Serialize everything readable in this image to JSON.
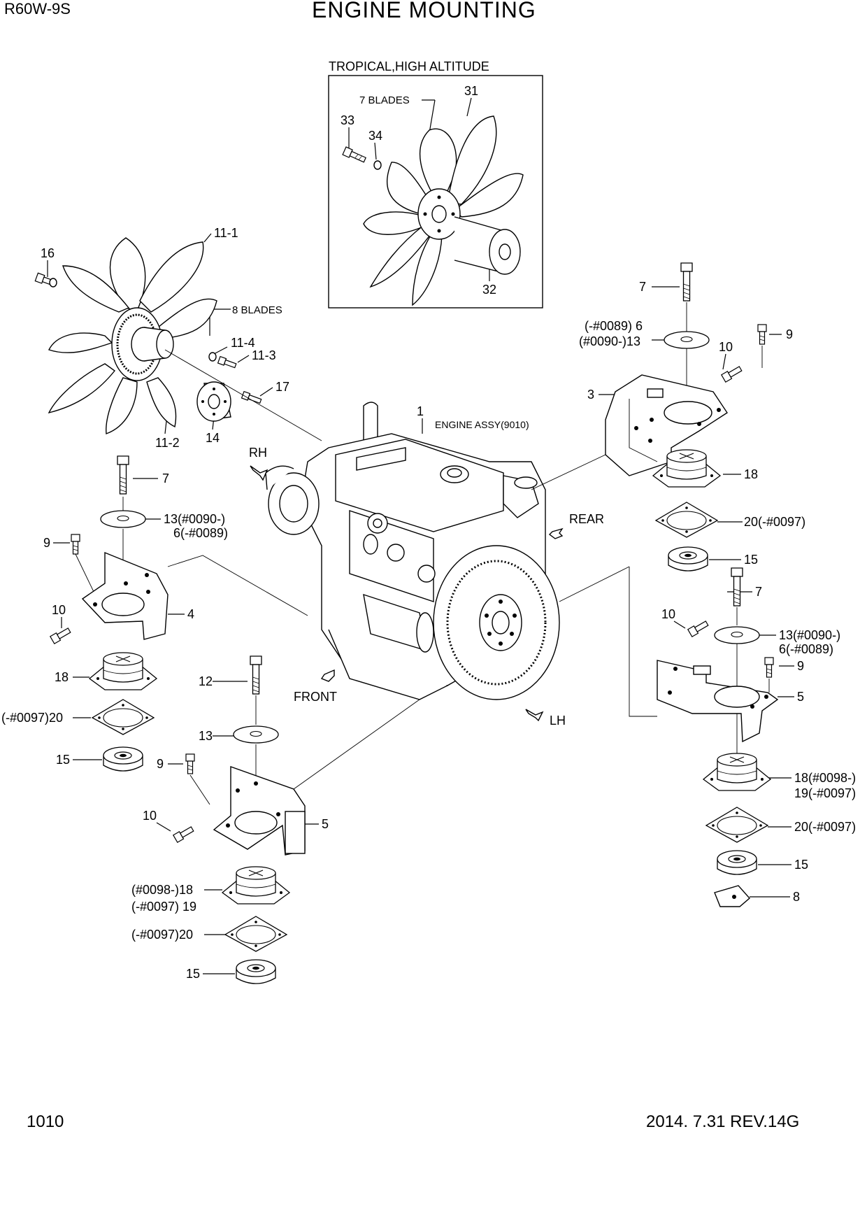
{
  "header": {
    "model": "R60W-9S",
    "title": "ENGINE MOUNTING"
  },
  "footer": {
    "page_number": "1010",
    "revision": "2014. 7.31  REV.14G"
  },
  "inset": {
    "title": "TROPICAL,HIGH ALTITUDE",
    "blades_note": "7 BLADES"
  },
  "notes": {
    "blades_8": "8 BLADES",
    "engine_assy": "ENGINE ASSY(9010)"
  },
  "directions": {
    "rh": "RH",
    "rear": "REAR",
    "front": "FRONT",
    "lh": "LH"
  },
  "callouts": {
    "c31": "31",
    "c33": "33",
    "c34": "34",
    "c32": "32",
    "c11_1": "11-1",
    "c16": "16",
    "c11_4": "11-4",
    "c11_3": "11-3",
    "c17": "17",
    "c11_2": "11-2",
    "c14": "14",
    "c1": "1",
    "tr_7": "7",
    "tr_6": "(-#0089) 6",
    "tr_13": "(#0090-)13",
    "tr_9": "9",
    "tr_10": "10",
    "tr_3": "3",
    "tr_18": "18",
    "tr_20": "20(-#0097)",
    "tr_15": "15",
    "l_7": "7",
    "l_13": "13(#0090-)",
    "l_6": "6(-#0089)",
    "l_9": "9",
    "l_10": "10",
    "l_4": "4",
    "l_18": "18",
    "l_20": "(-#0097)20",
    "l_15": "15",
    "c_12": "12",
    "c_13": "13",
    "c_9": "9",
    "c_10": "10",
    "c_5": "5",
    "c_18": "(#0098-)18",
    "c_19": "(-#0097) 19",
    "c_20": "(-#0097)20",
    "c_15": "15",
    "r_7": "7",
    "r_10": "10",
    "r_13": "13(#0090-)",
    "r_6": "6(-#0089)",
    "r_9": "9",
    "r_5": "5",
    "r_18": "18(#0098-)",
    "r_19": "19(-#0097)",
    "r_20": "20(-#0097)",
    "r_15": "15",
    "r_8": "8"
  }
}
